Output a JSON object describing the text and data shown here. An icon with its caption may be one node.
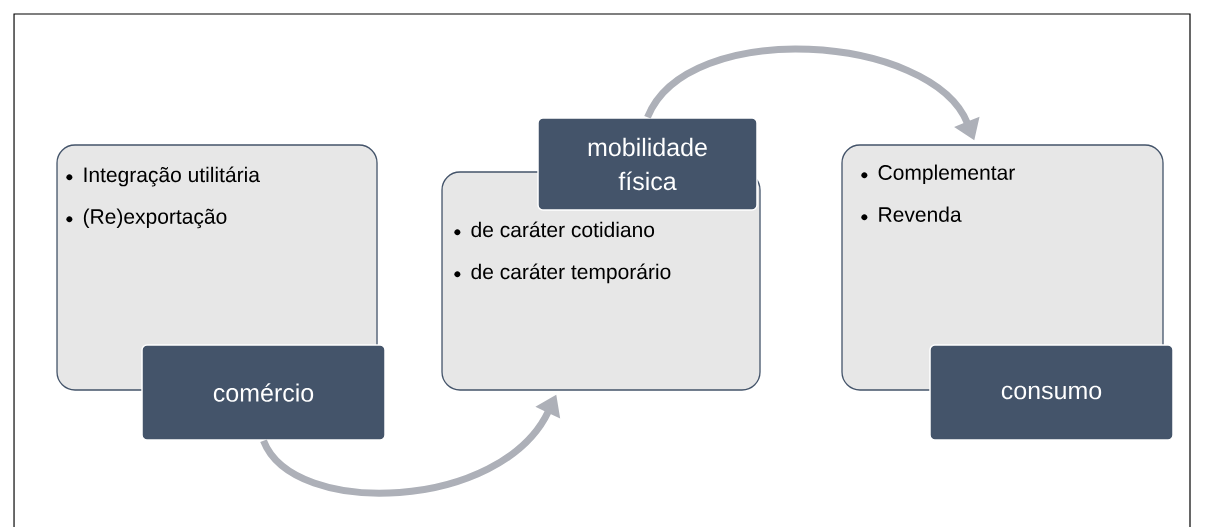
{
  "diagram": {
    "nodes": [
      {
        "text": [
          "Integração utilitária",
          "(Re)exportação"
        ]
      },
      {
        "text": [
          "comércio"
        ]
      },
      {
        "text": [
          "de caráter cotidiano",
          "de caráter temporário"
        ]
      },
      {
        "text": [
          "mobilidade física"
        ]
      },
      {
        "text": [
          "Complementar",
          "Revenda"
        ]
      },
      {
        "text": [
          "consumo"
        ]
      }
    ],
    "edges": [
      {
        "from": 1,
        "to": 2,
        "arrow": "to"
      },
      {
        "from": 3,
        "to": 4,
        "arrow": "to"
      }
    ]
  }
}
